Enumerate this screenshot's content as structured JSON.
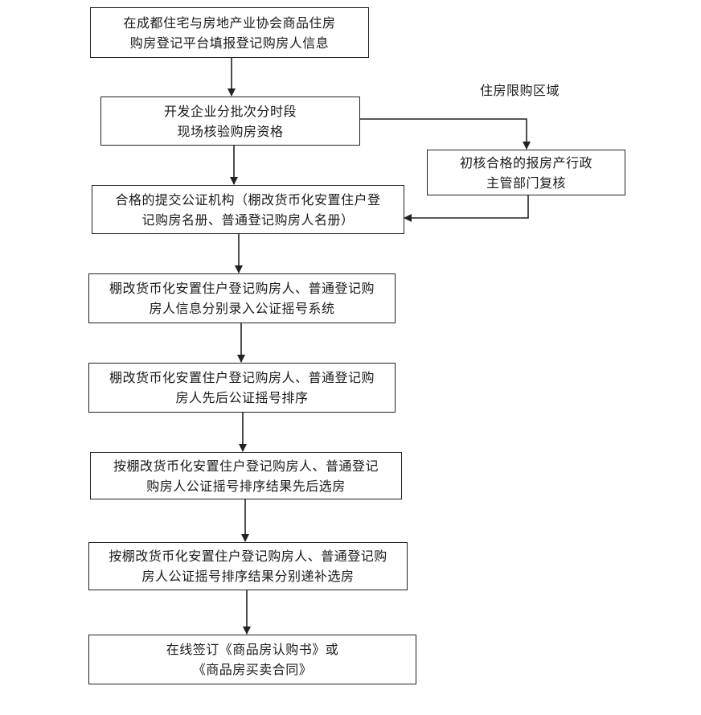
{
  "flowchart": {
    "steps": [
      {
        "line1": "在成都住宅与房地产业协会商品住房",
        "line2": "购房登记平台填报登记购房人信息"
      },
      {
        "line1": "开发企业分批次分时段",
        "line2": "现场核验购房资格"
      },
      {
        "line1": "合格的提交公证机构（棚改货币化安置住户登",
        "line2": "记购房名册、普通登记购房人名册）"
      },
      {
        "line1": "棚改货币化安置住户登记购房人、普通登记购",
        "line2": "房人信息分别录入公证摇号系统"
      },
      {
        "line1": "棚改货币化安置住户登记购房人、普通登记购",
        "line2": "房人先后公证摇号排序"
      },
      {
        "line1": "按棚改货币化安置住户登记购房人、普通登记",
        "line2": "购房人公证摇号排序结果先后选房"
      },
      {
        "line1": "按棚改货币化安置住户登记购房人、普通登记购",
        "line2": "房人公证摇号排序结果分别递补选房"
      },
      {
        "line1": "在线签订《商品房认购书》或",
        "line2": "《商品房买卖合同》"
      }
    ],
    "side_branch": {
      "condition_label": "住房限购区域",
      "box": {
        "line1": "初核合格的报房产行政",
        "line2": "主管部门复核"
      }
    }
  }
}
